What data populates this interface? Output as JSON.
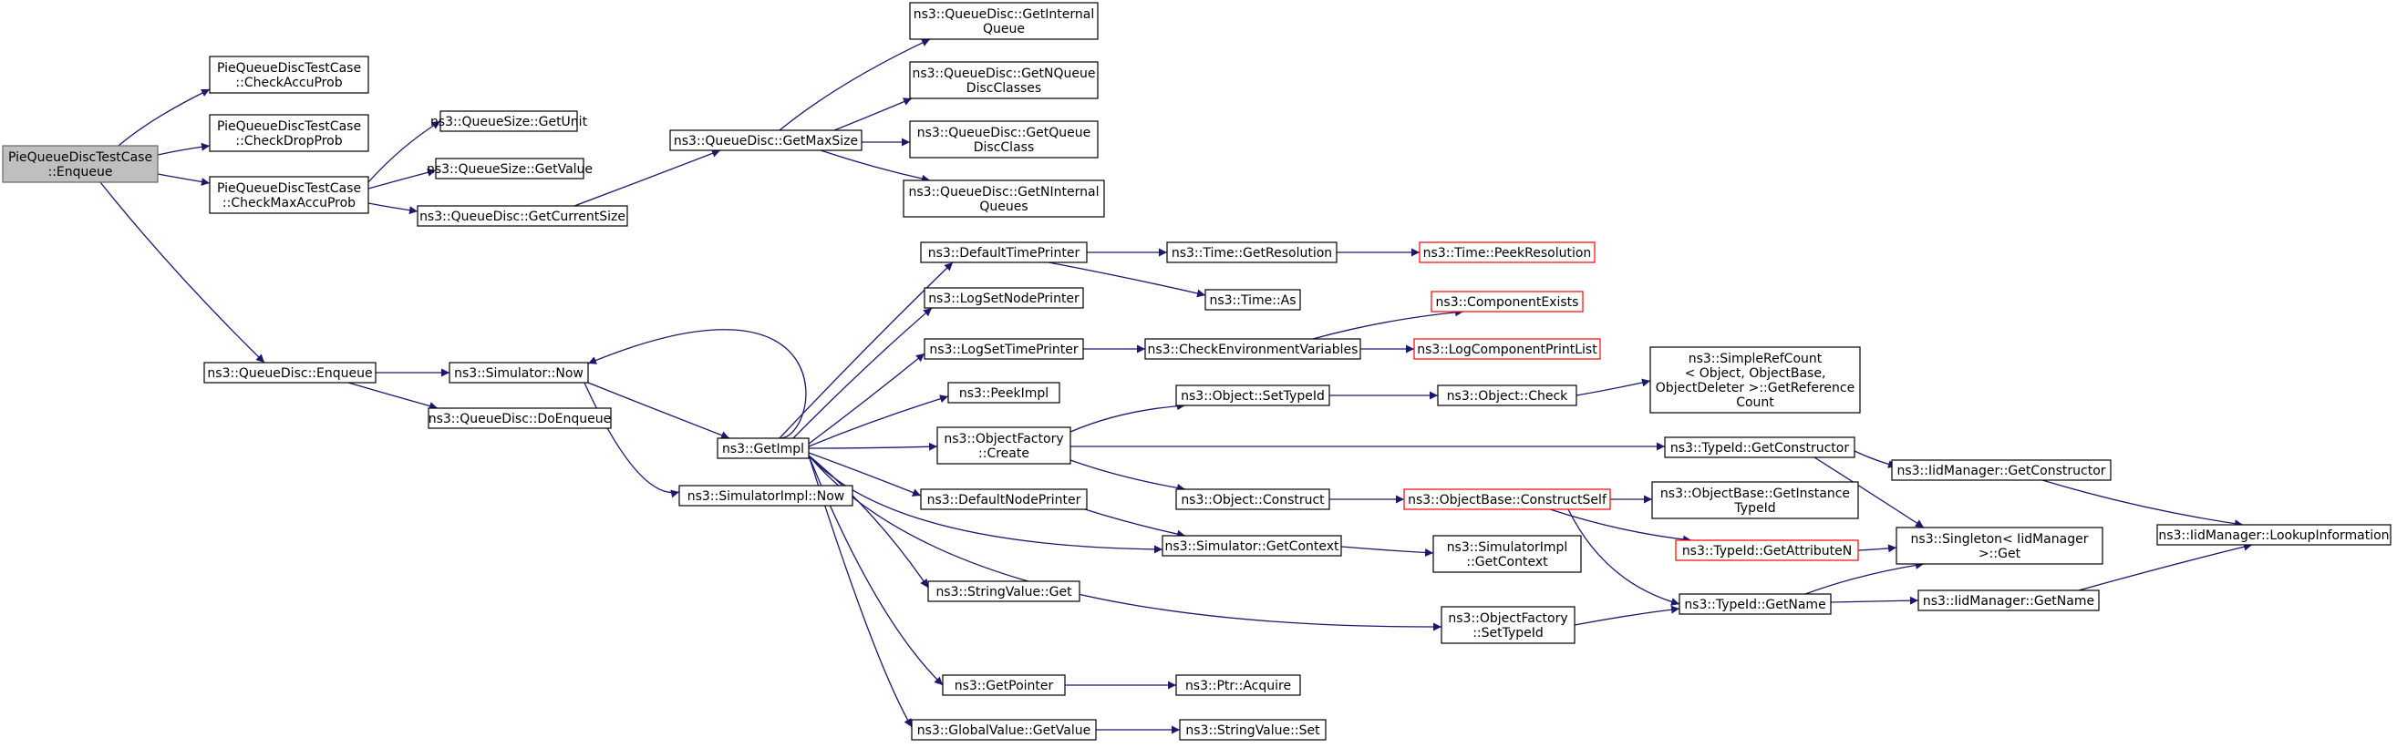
{
  "graph": {
    "nodes": [
      {
        "id": "root",
        "lines": [
          "PieQueueDiscTestCase",
          "::Enqueue"
        ],
        "root": true
      },
      {
        "id": "accu",
        "lines": [
          "PieQueueDiscTestCase",
          "::CheckAccuProb"
        ]
      },
      {
        "id": "drop",
        "lines": [
          "PieQueueDiscTestCase",
          "::CheckDropProb"
        ]
      },
      {
        "id": "maxaccu",
        "lines": [
          "PieQueueDiscTestCase",
          "::CheckMaxAccuProb"
        ]
      },
      {
        "id": "qsunit",
        "lines": [
          "ns3::QueueSize::GetUnit"
        ]
      },
      {
        "id": "qsvalue",
        "lines": [
          "ns3::QueueSize::GetValue"
        ]
      },
      {
        "id": "curr",
        "lines": [
          "ns3::QueueDisc::GetCurrentSize"
        ]
      },
      {
        "id": "maxsize",
        "lines": [
          "ns3::QueueDisc::GetMaxSize"
        ]
      },
      {
        "id": "getiq",
        "lines": [
          "ns3::QueueDisc::GetInternal",
          "Queue"
        ]
      },
      {
        "id": "getnqdc",
        "lines": [
          "ns3::QueueDisc::GetNQueue",
          "DiscClasses"
        ]
      },
      {
        "id": "getqdc",
        "lines": [
          "ns3::QueueDisc::GetQueue",
          "DiscClass"
        ]
      },
      {
        "id": "getniq",
        "lines": [
          "ns3::QueueDisc::GetNInternal",
          "Queues"
        ]
      },
      {
        "id": "qdenq",
        "lines": [
          "ns3::QueueDisc::Enqueue"
        ]
      },
      {
        "id": "simnow",
        "lines": [
          "ns3::Simulator::Now"
        ]
      },
      {
        "id": "doenq",
        "lines": [
          "ns3::QueueDisc::DoEnqueue"
        ]
      },
      {
        "id": "getimpl",
        "lines": [
          "ns3::GetImpl"
        ]
      },
      {
        "id": "simimplnow",
        "lines": [
          "ns3::SimulatorImpl::Now"
        ]
      },
      {
        "id": "dtp",
        "lines": [
          "ns3::DefaultTimePrinter"
        ]
      },
      {
        "id": "lsnp",
        "lines": [
          "ns3::LogSetNodePrinter"
        ]
      },
      {
        "id": "lstp",
        "lines": [
          "ns3::LogSetTimePrinter"
        ]
      },
      {
        "id": "peekimpl",
        "lines": [
          "ns3::PeekImpl"
        ]
      },
      {
        "id": "ofcreate",
        "lines": [
          "ns3::ObjectFactory",
          "::Create"
        ]
      },
      {
        "id": "dnp",
        "lines": [
          "ns3::DefaultNodePrinter"
        ]
      },
      {
        "id": "simgetctx",
        "lines": [
          "ns3::Simulator::GetContext"
        ]
      },
      {
        "id": "svget",
        "lines": [
          "ns3::StringValue::Get"
        ]
      },
      {
        "id": "getptr",
        "lines": [
          "ns3::GetPointer"
        ]
      },
      {
        "id": "gvget",
        "lines": [
          "ns3::GlobalValue::GetValue"
        ]
      },
      {
        "id": "timeres",
        "lines": [
          "ns3::Time::GetResolution"
        ]
      },
      {
        "id": "timeas",
        "lines": [
          "ns3::Time::As"
        ]
      },
      {
        "id": "cev",
        "lines": [
          "ns3::CheckEnvironmentVariables"
        ]
      },
      {
        "id": "peekres",
        "lines": [
          "ns3::Time::PeekResolution"
        ],
        "trunc": true
      },
      {
        "id": "compexists",
        "lines": [
          "ns3::ComponentExists"
        ],
        "trunc": true
      },
      {
        "id": "logcpl",
        "lines": [
          "ns3::LogComponentPrintList"
        ],
        "trunc": true
      },
      {
        "id": "objsettid",
        "lines": [
          "ns3::Object::SetTypeId"
        ]
      },
      {
        "id": "objcheck",
        "lines": [
          "ns3::Object::Check"
        ]
      },
      {
        "id": "srcref",
        "lines": [
          "ns3::SimpleRefCount",
          "< Object, ObjectBase,",
          "ObjectDeleter >::GetReference",
          "Count"
        ]
      },
      {
        "id": "objconstruct",
        "lines": [
          "ns3::Object::Construct"
        ]
      },
      {
        "id": "obconstructself",
        "lines": [
          "ns3::ObjectBase::ConstructSelf"
        ],
        "trunc": true
      },
      {
        "id": "obgetinst",
        "lines": [
          "ns3::ObjectBase::GetInstance",
          "TypeId"
        ]
      },
      {
        "id": "tidgetctor",
        "lines": [
          "ns3::TypeId::GetConstructor"
        ]
      },
      {
        "id": "iidgetctor",
        "lines": [
          "ns3::IidManager::GetConstructor"
        ]
      },
      {
        "id": "tidgetattr",
        "lines": [
          "ns3::TypeId::GetAttributeN"
        ],
        "trunc": true
      },
      {
        "id": "singleton",
        "lines": [
          "ns3::Singleton< IidManager",
          ">::Get"
        ]
      },
      {
        "id": "iidlookup",
        "lines": [
          "ns3::IidManager::LookupInformation"
        ]
      },
      {
        "id": "simimplctx",
        "lines": [
          "ns3::SimulatorImpl",
          "::GetContext"
        ]
      },
      {
        "id": "ofsettid",
        "lines": [
          "ns3::ObjectFactory",
          "::SetTypeId"
        ]
      },
      {
        "id": "tidgetname",
        "lines": [
          "ns3::TypeId::GetName"
        ]
      },
      {
        "id": "iidgetname",
        "lines": [
          "ns3::IidManager::GetName"
        ]
      },
      {
        "id": "ptracq",
        "lines": [
          "ns3::Ptr::Acquire"
        ]
      },
      {
        "id": "svset",
        "lines": [
          "ns3::StringValue::Set"
        ]
      }
    ]
  },
  "colors": {
    "edge": "#191970",
    "node_border": "#000000",
    "truncated_border": "#ff0000",
    "root_fill": "#bfbfbf"
  }
}
